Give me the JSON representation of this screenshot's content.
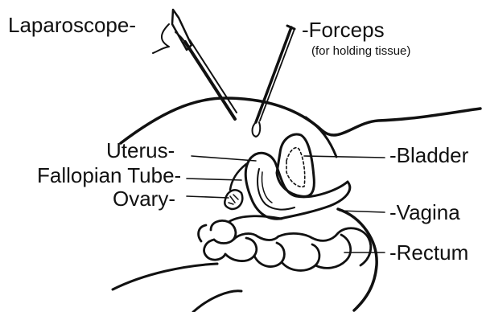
{
  "diagram": {
    "labels": {
      "laparoscope": "Laparoscope-",
      "forceps": "-Forceps",
      "forceps_note": "(for holding tissue)",
      "uterus": "Uterus-",
      "fallopian_tube": "Fallopian Tube-",
      "ovary": "Ovary-",
      "bladder": "-Bladder",
      "vagina": "-Vagina",
      "rectum": "-Rectum"
    },
    "colors": {
      "ink": "#111111",
      "background": "#ffffff"
    }
  }
}
